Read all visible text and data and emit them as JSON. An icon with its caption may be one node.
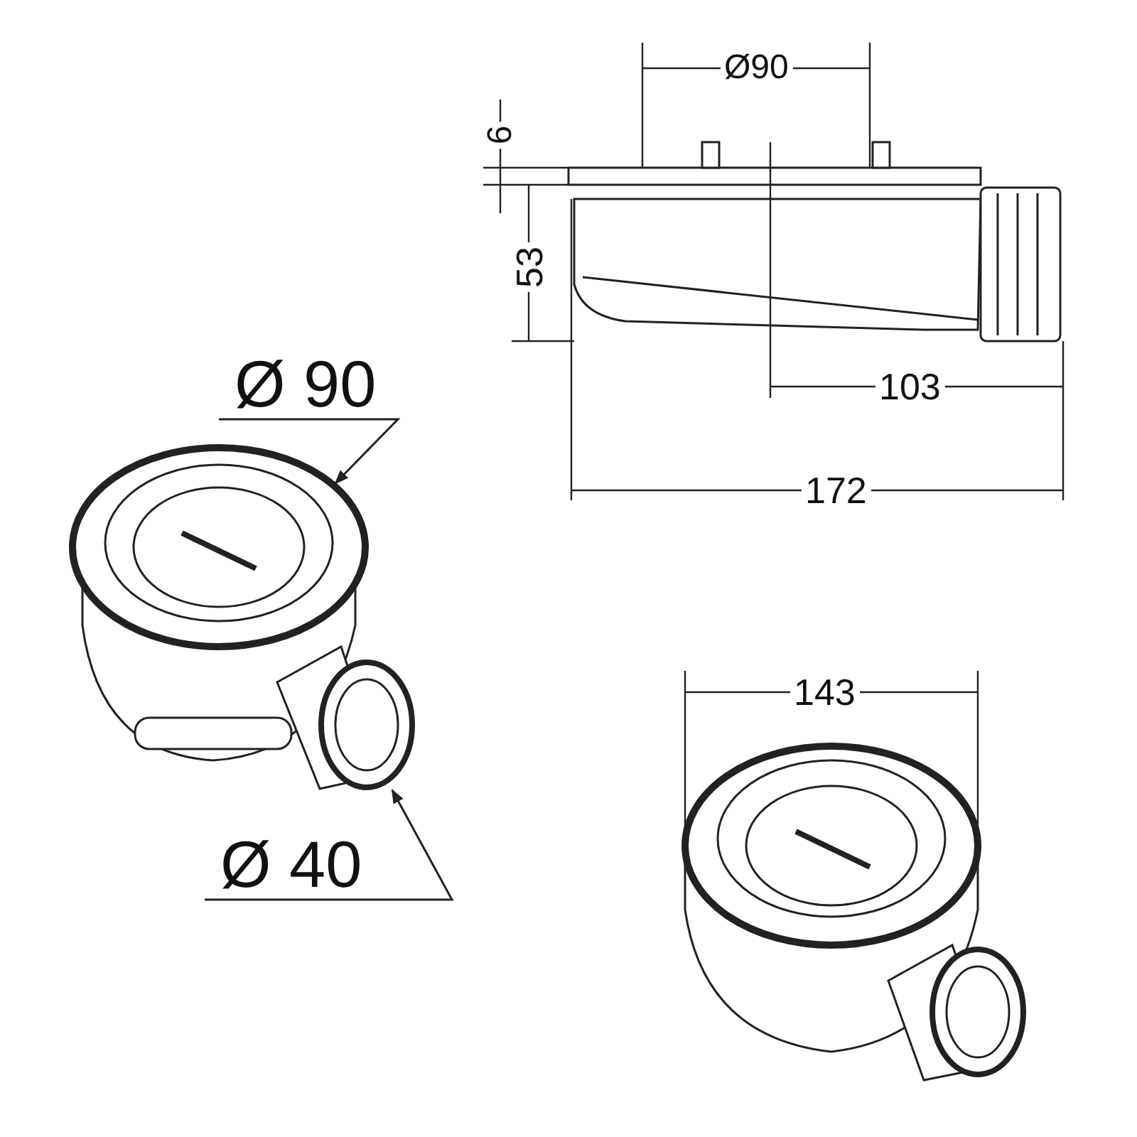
{
  "diagram": {
    "nodes": [
      {
        "text": [
          "Ø 90"
        ]
      },
      {
        "text": [
          "Ø 40"
        ]
      },
      {
        "text": [],
        "shape": "circle"
      },
      {
        "text": [],
        "shape": "circle"
      }
    ],
    "edges": [
      {
        "from": 0,
        "to": 2,
        "arrow": "to"
      },
      {
        "from": 1,
        "to": 3,
        "arrow": "to"
      }
    ],
    "labels": [
      "Ø90",
      "6",
      "53",
      "103",
      "172",
      "143"
    ]
  }
}
